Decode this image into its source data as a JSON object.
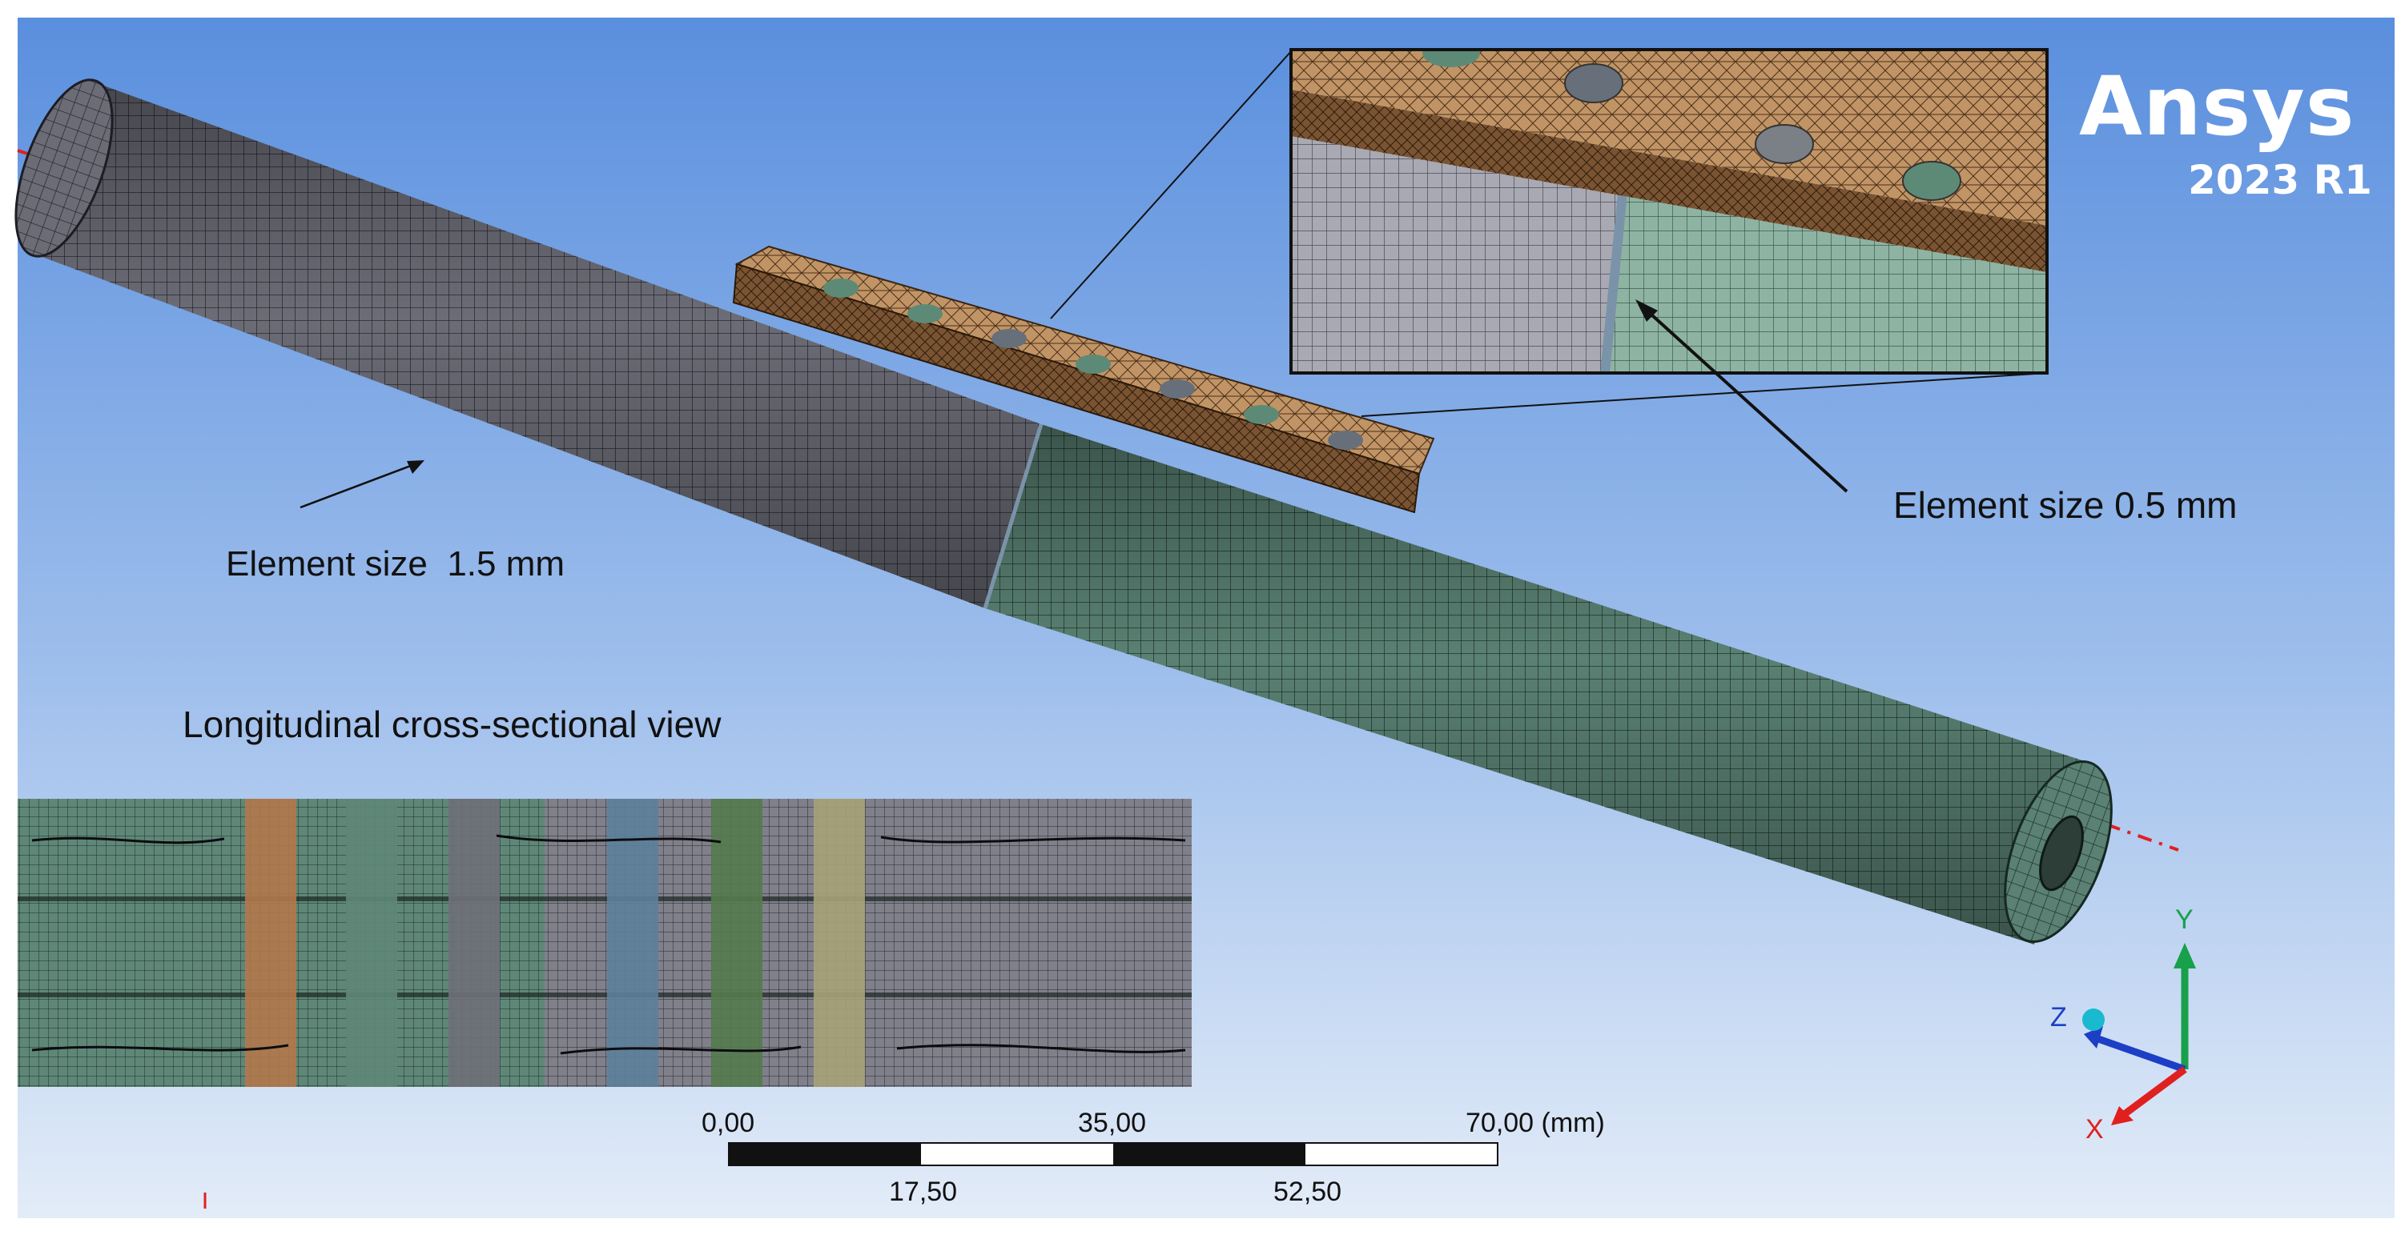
{
  "app": {
    "logo_text": "Ansys",
    "version": "2023 R1"
  },
  "annotations": {
    "element_size_coarse": "Element size  1.5 mm",
    "element_size_fine": "Element size 0.5 mm",
    "cross_section_title": "Longitudinal cross-sectional view"
  },
  "scale_bar": {
    "top_labels": [
      "0,00",
      "35,00",
      "70,00 (mm)"
    ],
    "bottom_labels": [
      "17,50",
      "52,50"
    ]
  },
  "triad": {
    "x": "X",
    "y": "Y",
    "z": "Z"
  },
  "colors": {
    "sky_top": "#5a90de",
    "sky_bottom": "#dde8f7",
    "mesh_gray": "#5c5c66",
    "mesh_green": "#4e7366",
    "mesh_copper": "#b88d63",
    "axis_x": "#e0201f",
    "axis_y": "#18a04a",
    "axis_z": "#1d3fc5"
  }
}
